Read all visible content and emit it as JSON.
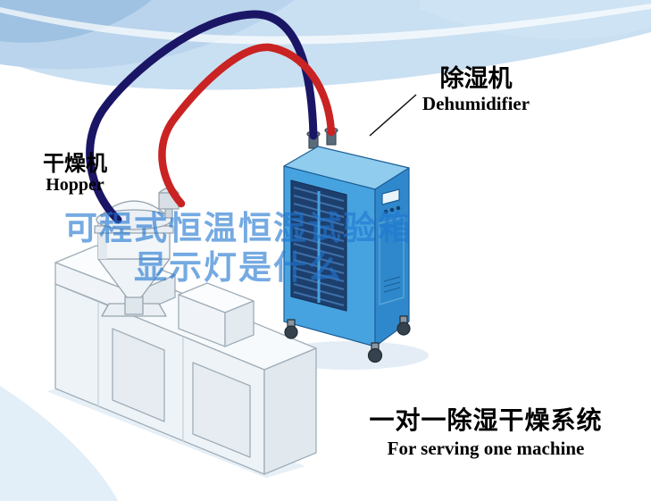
{
  "labels": {
    "dehumidifier_zh": "除湿机",
    "dehumidifier_en": "Dehumidifier",
    "hopper_zh": "干燥机",
    "hopper_en": "Hopper",
    "system_zh": "一对一除湿干燥系统",
    "system_en": "For serving one machine"
  },
  "watermark": {
    "line1": "可程式恒温恒湿试验箱",
    "line2": "显示灯是什么",
    "color": "#2176d0"
  },
  "colors": {
    "pipe_red": "#c92323",
    "pipe_blue": "#1b1566",
    "cabinet_front": "#47a3e0",
    "cabinet_side": "#2f88cc",
    "cabinet_top": "#8fccee",
    "cabinet_vent": "#1d3f6e",
    "machine_body": "#eef3f7",
    "background_band": "#c9dff2"
  }
}
